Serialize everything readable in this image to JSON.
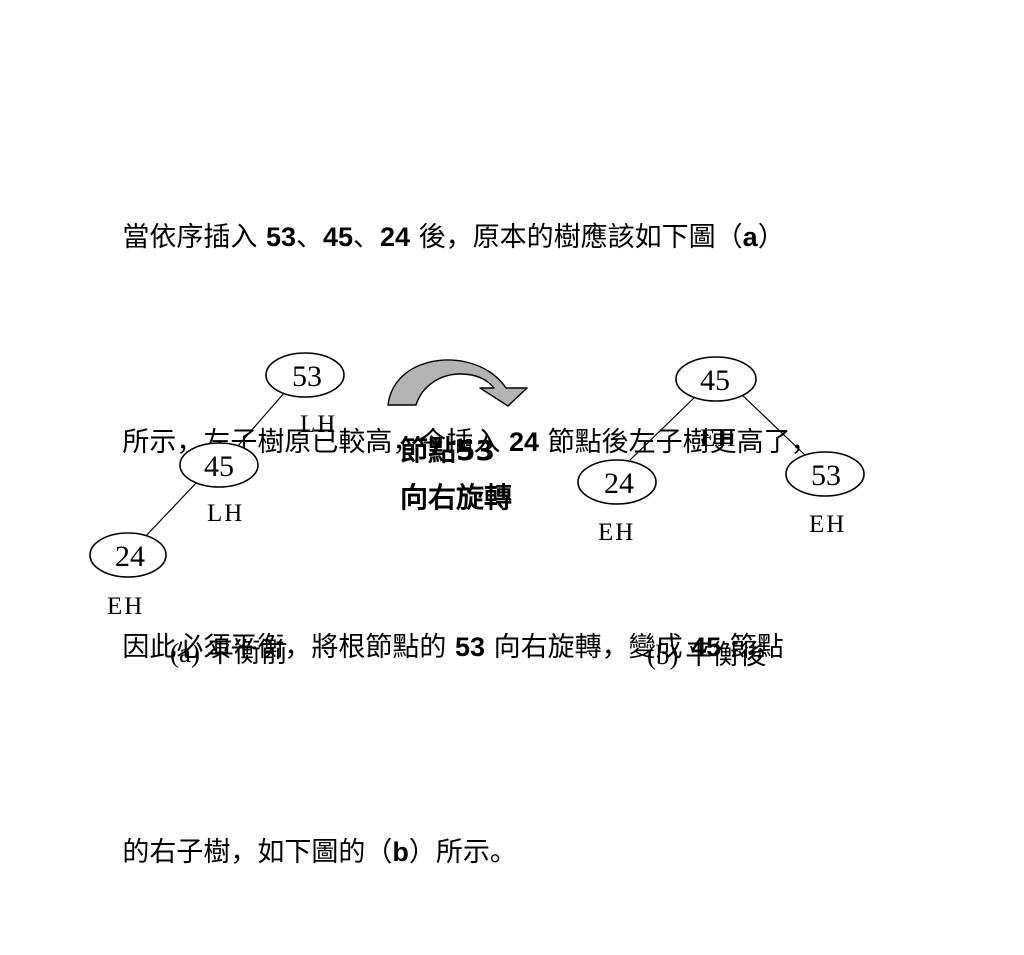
{
  "paragraph": {
    "lines": [
      [
        {
          "t": "當依序插入 ",
          "b": false
        },
        {
          "t": "53",
          "b": true
        },
        {
          "t": "、",
          "b": false
        },
        {
          "t": "45",
          "b": true
        },
        {
          "t": "、",
          "b": false
        },
        {
          "t": "24",
          "b": true
        },
        {
          "t": " 後，原本的樹應該如下圖（",
          "b": false
        },
        {
          "t": "a",
          "b": true
        },
        {
          "t": "）",
          "b": false
        }
      ],
      [
        {
          "t": "所示，左子樹原已較高，今插入 ",
          "b": false
        },
        {
          "t": "24",
          "b": true
        },
        {
          "t": " 節點後左子樹更高了，",
          "b": false
        }
      ],
      [
        {
          "t": "因此必須平衡，將根節點的 ",
          "b": false
        },
        {
          "t": "53",
          "b": true
        },
        {
          "t": " 向右旋轉，變成 ",
          "b": false
        },
        {
          "t": "45",
          "b": true
        },
        {
          "t": " 節點",
          "b": false
        }
      ],
      [
        {
          "t": "的右子樹，如下圖的（",
          "b": false
        },
        {
          "t": "b",
          "b": true
        },
        {
          "t": "）所示。",
          "b": false
        }
      ]
    ]
  },
  "tree_a": {
    "caption": "(a) 平衡前",
    "nodes": [
      {
        "value": "53",
        "balance": "LH"
      },
      {
        "value": "45",
        "balance": "LH"
      },
      {
        "value": "24",
        "balance": "EH"
      }
    ]
  },
  "rotation_note": {
    "line1": "節點53",
    "line2": "向右旋轉"
  },
  "tree_b": {
    "caption": "(b) 平衡後",
    "nodes": [
      {
        "value": "45",
        "balance": "EH"
      },
      {
        "value": "24",
        "balance": "EH"
      },
      {
        "value": "53",
        "balance": "EH"
      }
    ]
  },
  "colors": {
    "arrow_fill": "#b3b3b3",
    "stroke": "#000000"
  }
}
